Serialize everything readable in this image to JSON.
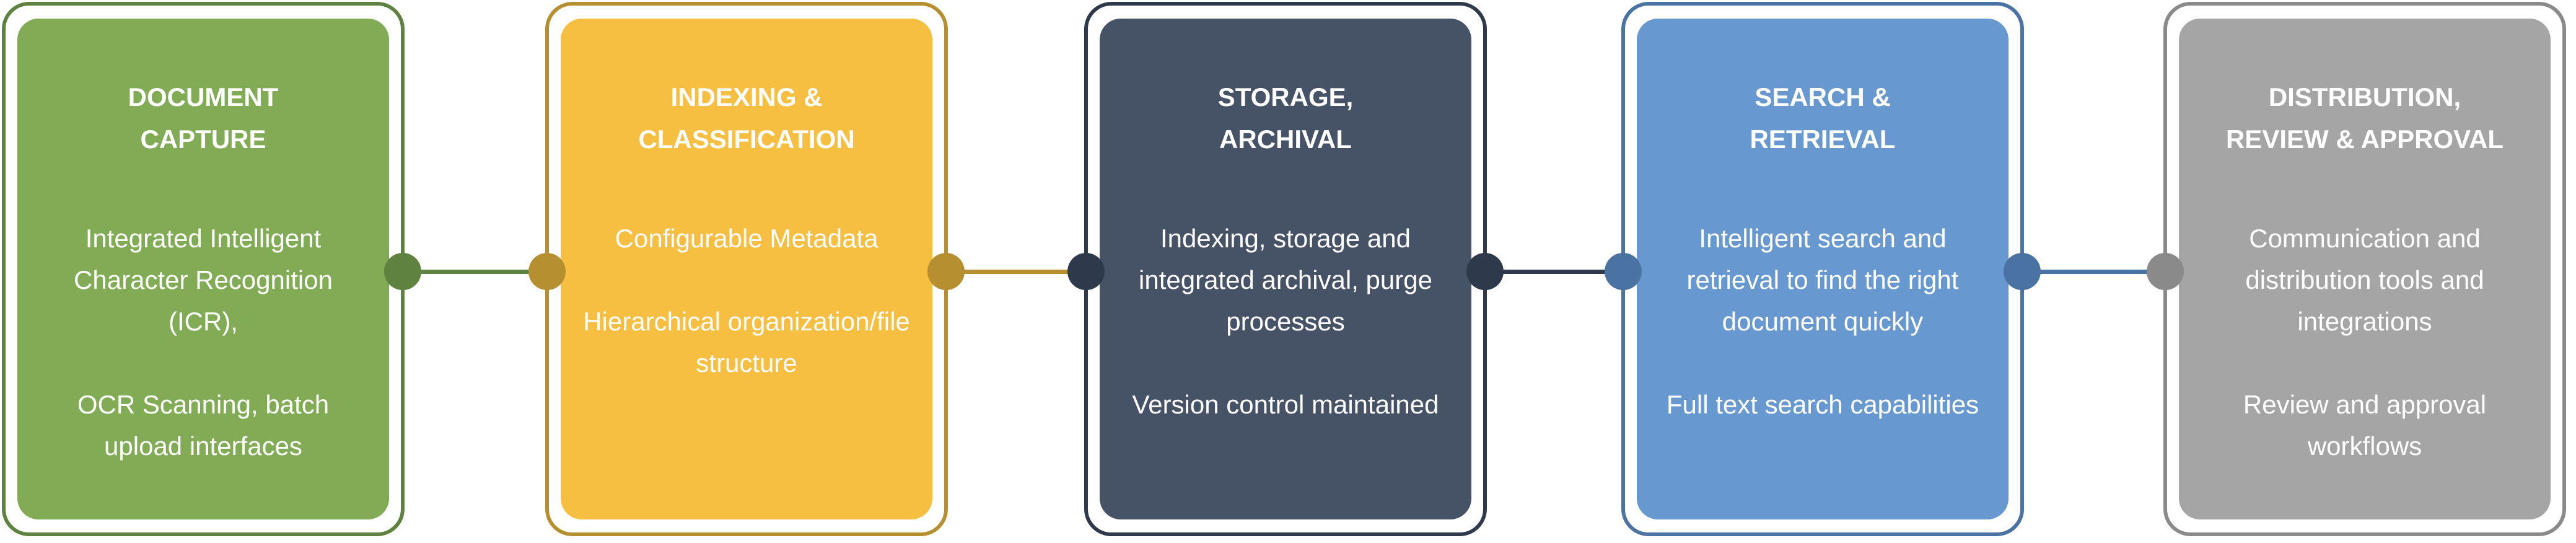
{
  "stages": [
    {
      "title": [
        "DOCUMENT",
        "CAPTURE"
      ],
      "paragraphs": [
        "Integrated Intelligent Character Recognition (ICR),",
        "OCR Scanning, batch upload interfaces"
      ],
      "fill": "#81AC55",
      "border": "#5F8241"
    },
    {
      "title": [
        "INDEXING &",
        "CLASSIFICATION"
      ],
      "paragraphs": [
        "Configurable Metadata",
        "Hierarchical organization/file structure"
      ],
      "fill": "#F6BF41",
      "border": "#B68F30"
    },
    {
      "title": [
        "STORAGE,",
        "ARCHIVAL"
      ],
      "paragraphs": [
        "Indexing, storage and integrated archival, purge processes",
        "Version control maintained"
      ],
      "fill": "#465366",
      "border": "#2E3A4C"
    },
    {
      "title": [
        "SEARCH &",
        "RETRIEVAL"
      ],
      "paragraphs": [
        "Intelligent search and retrieval to find the right document quickly",
        "Full text search capabilities"
      ],
      "fill": "#6799D0",
      "border": "#4A73A4"
    },
    {
      "title": [
        "DISTRIBUTION,",
        "REVIEW & APPROVAL"
      ],
      "paragraphs": [
        "Communication and distribution tools and integrations",
        "Review and approval workflows"
      ],
      "fill": "#A5A5A5",
      "border": "#8A8A8A"
    }
  ]
}
